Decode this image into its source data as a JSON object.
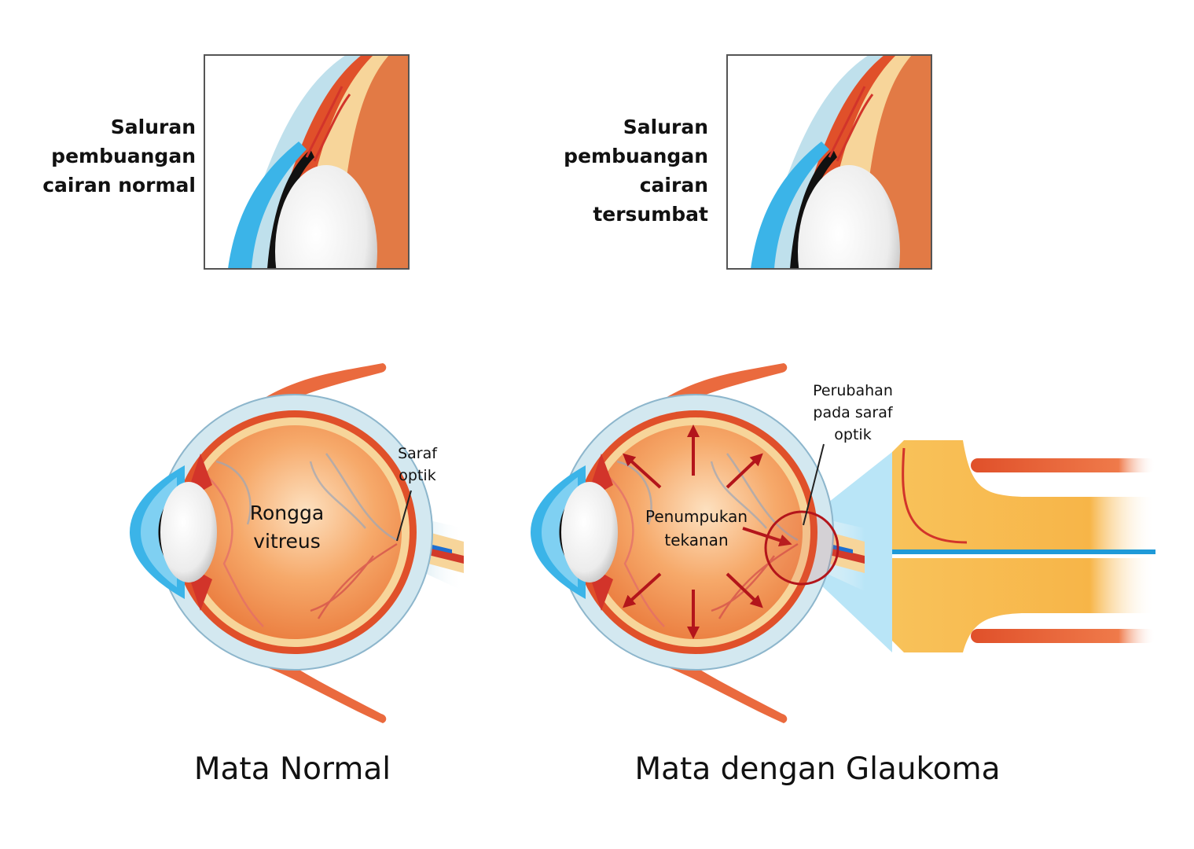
{
  "top_panels": {
    "normal_label": [
      "Saluran",
      "pembuangan",
      "cairan normal"
    ],
    "blocked_label": [
      "Saluran",
      "pembuangan",
      "cairan",
      "tersumbat"
    ]
  },
  "normal_eye": {
    "vitreous_label": [
      "Rongga",
      "vitreus"
    ],
    "optic_nerve_label": [
      "Saraf",
      "optik"
    ],
    "title": "Mata Normal"
  },
  "glaucoma_eye": {
    "pressure_label": [
      "Penumpukan",
      "tekanan"
    ],
    "nerve_change_label": [
      "Perubahan",
      "pada saraf",
      "optik"
    ],
    "title": "Mata dengan Glaukoma"
  },
  "colors": {
    "sclera": "#cfe6ef",
    "retina": "#e0502a",
    "vitreous": "#f29a5a",
    "cornea": "#3bb4e8",
    "arrow": "#b3151b"
  }
}
